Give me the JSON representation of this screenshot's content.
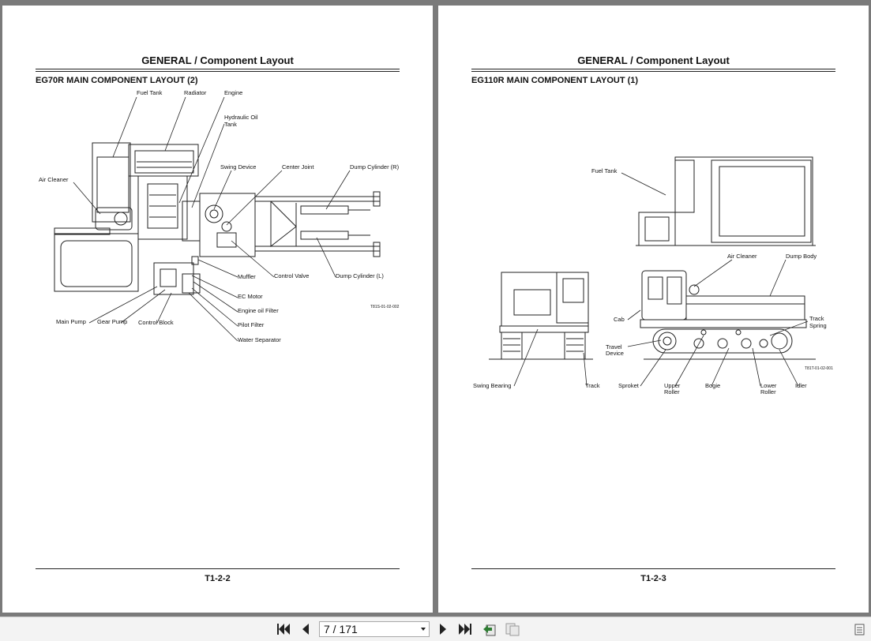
{
  "left_page": {
    "header": "GENERAL / Component Layout",
    "subtitle": "EG70R MAIN COMPONENT LAYOUT (2)",
    "page_number": "T1-2-2",
    "figure_code": "T81S-01-02-002",
    "labels": {
      "fuel_tank": "Fuel Tank",
      "radiator": "Radiator",
      "engine": "Engine",
      "hydraulic_oil_line1": "Hydraulic Oil",
      "hydraulic_oil_line2": "Tank",
      "air_cleaner": "Air Cleaner",
      "swing_device": "Swing Device",
      "center_joint": "Center Joint",
      "dump_cylinder_r": "Dump Cylinder (R)",
      "muffler": "Muffler",
      "control_valve": "Control Valve",
      "dump_cylinder_l": "Dump Cylinder (L)",
      "ec_motor": "EC Motor",
      "engine_oil_filter": "Engine oil Filter",
      "pilot_filter": "Pilot Filter",
      "water_separator": "Water Separator",
      "main_pump": "Main Pump",
      "gear_pump": "Gear Pump",
      "control_block": "Control Block"
    }
  },
  "right_page": {
    "header": "GENERAL / Component Layout",
    "subtitle": "EG110R MAIN COMPONENT LAYOUT (1)",
    "page_number": "T1-2-3",
    "figure_code": "T81T-01-02-001",
    "labels": {
      "fuel_tank": "Fuel Tank",
      "air_cleaner": "Air Cleaner",
      "dump_body": "Dump Body",
      "cab": "Cab",
      "track_spring_line1": "Track",
      "track_spring_line2": "Spring",
      "travel_device_line1": "Travel",
      "travel_device_line2": "Device",
      "swing_bearing": "Swing Bearing",
      "track": "Track",
      "sproket": "Sproket",
      "upper_roller_line1": "Upper",
      "upper_roller_line2": "Roller",
      "bogie": "Bogie",
      "lower_roller_line1": "Lower",
      "lower_roller_line2": "Roller",
      "idler": "Idler"
    }
  },
  "viewer": {
    "page_indicator": "7 / 171",
    "icons": [
      "first-page-icon",
      "previous-page-icon",
      "next-page-icon",
      "last-page-icon",
      "single-page-view-icon",
      "two-page-view-icon",
      "menu-icon"
    ]
  }
}
